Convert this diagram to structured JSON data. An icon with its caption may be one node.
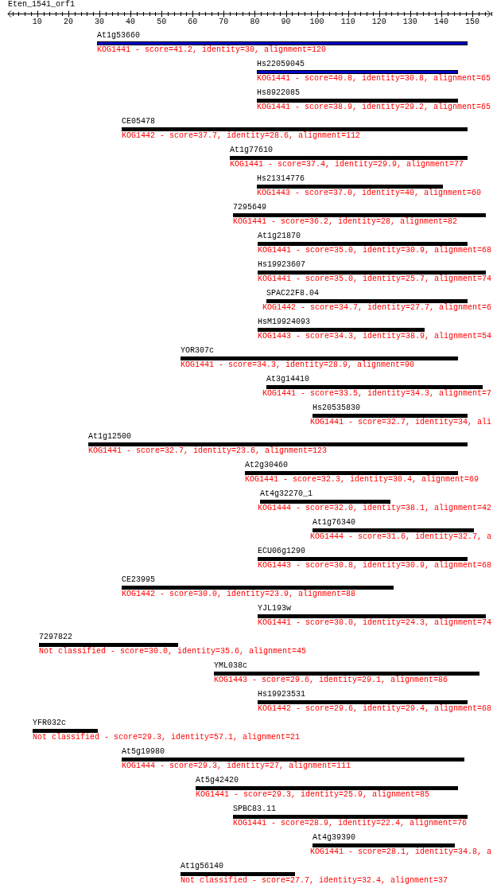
{
  "diagram": {
    "title": "Eten_1541_orf1",
    "labels": [
      "10",
      "20",
      "30",
      "40",
      "50",
      "60",
      "70",
      "80",
      "90",
      "100",
      "110",
      "120",
      "130",
      "140",
      "150",
      "At1g53660",
      "KOG1441 - score=41.2, identity=30, alignment=120",
      "Hs22059045",
      "KOG1441 - score=40.8, identity=30.8, alignment=65",
      "Hs8922085",
      "KOG1441 - score=38.9, identity=29.2, alignment=65",
      "CE05478",
      "KOG1442 - score=37.7, identity=28.6, alignment=112",
      "At1g77610",
      "KOG1441 - score=37.4, identity=29.9, alignment=77",
      "Hs21314776",
      "KOG1443 - score=37.0, identity=40, alignment=60",
      "7295649",
      "KOG1441 - score=36.2, identity=28, alignment=82",
      "At1g21870",
      "KOG1441 - score=35.0, identity=30.9, alignment=68",
      "Hs19923607",
      "KOG1441 - score=35.0, identity=25.7, alignment=74",
      "SPAC22F8.04",
      "KOG1442 - score=34.7, identity=27.7, alignment=6",
      "HsM19924093",
      "KOG1443 - score=34.3, identity=38.9, alignment=54",
      "YOR307c",
      "KOG1441 - score=34.3, identity=28.9, alignment=90",
      "At3g14410",
      "KOG1441 - score=33.5, identity=34.3, alignment=7",
      "Hs20535830",
      "KOG1441 - score=32.7, identity=34, ali",
      "At1g12500",
      "KOG1441 - score=32.7, identity=23.6, alignment=123",
      "At2g30460",
      "KOG1441 - score=32.3, identity=30.4, alignment=69",
      "At4g32270_1",
      "KOG1444 - score=32.0, identity=38.1, alignment=42",
      "At1g76340",
      "KOG1444 - score=31.6, identity=32.7, a",
      "ECU06g1290",
      "KOG1443 - score=30.8, identity=30.9, alignment=68",
      "CE23995",
      "KOG1442 - score=30.0, identity=23.9, alignment=88",
      "YJL193w",
      "KOG1441 - score=30.0, identity=24.3, alignment=74",
      "7297822",
      "Not classified - score=30.0, identity=35.6, alignment=45",
      "YML038c",
      "KOG1443 - score=29.6, identity=29.1, alignment=86",
      "Hs19923531",
      "KOG1442 - score=29.6, identity=29.4, alignment=68",
      "YFR032c",
      "Not classified - score=29.3, identity=57.1, alignment=21",
      "At5g19980",
      "KOG1444 - score=29.3, identity=27, alignment=111",
      "At5g42420",
      "KOG1441 - score=29.3, identity=25.9, alignment=85",
      "SPBC83.11",
      "KOG1441 - score=28.9, identity=22.4, alignment=76",
      "At4g39390",
      "KOG1441 - score=28.1, identity=34.8, a",
      "At1g56140",
      "Not classified - score=27.7, identity=32.4, alignment=37"
    ]
  }
}
